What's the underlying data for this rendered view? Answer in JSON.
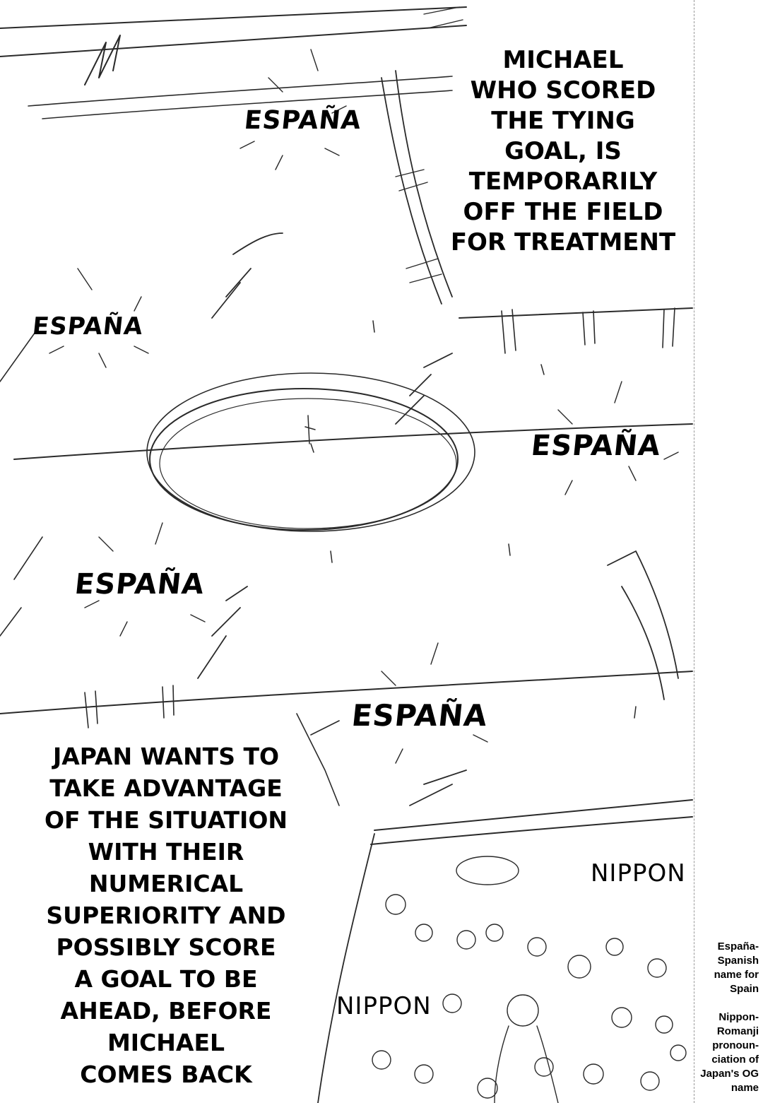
{
  "captions": {
    "top": "MICHAEL\nWHO SCORED\nTHE TYING\nGOAL, IS\nTEMPORARILY\nOFF THE FIELD\nFOR TREATMENT",
    "bottom": "JAPAN WANTS TO\nTAKE ADVANTAGE\nOF THE SITUATION\nWITH THEIR\nNUMERICAL\nSUPERIORITY AND\nPOSSIBLY SCORE\nA GOAL TO BE\nAHEAD, BEFORE\nMICHAEL\nCOMES BACK"
  },
  "sound_effects": [
    "ESPAÑA",
    "ESPAÑA",
    "ESPAÑA",
    "ESPAÑA",
    "ESPAÑA",
    "NIPPON",
    "NIPPON"
  ],
  "translator_notes": [
    "España-Spanish name for Spain",
    "Nippon-Romanji pronoun-ciation of Japan's OG name"
  ]
}
